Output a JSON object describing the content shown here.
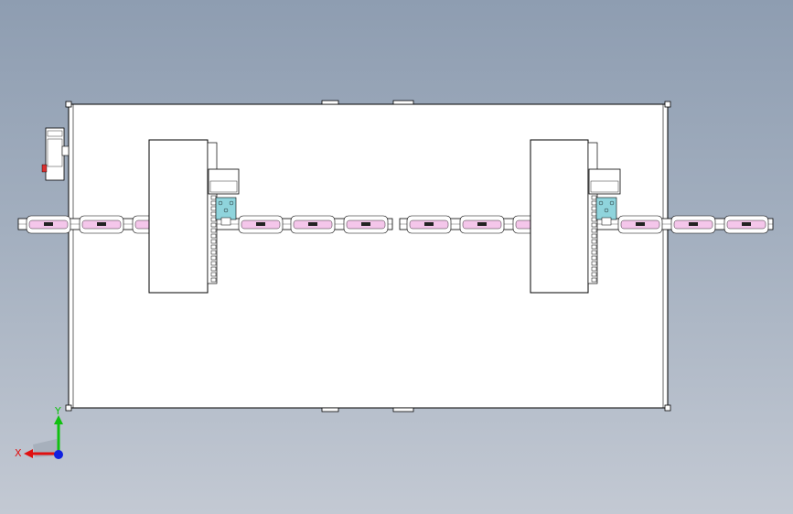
{
  "viewport": {
    "background_top": "#8e9db1",
    "background_bottom": "#c3c9d3"
  },
  "model": {
    "plate_fill": "#ffffff",
    "line_color": "#000000",
    "pad_color": "#f4c6ea",
    "fixture_color": "#8fd4dc",
    "module_count": 2
  },
  "triad": {
    "x_label": "X",
    "y_label": "Y",
    "x_color": "#e01010",
    "y_color": "#10c010",
    "z_color": "#1020e0"
  }
}
